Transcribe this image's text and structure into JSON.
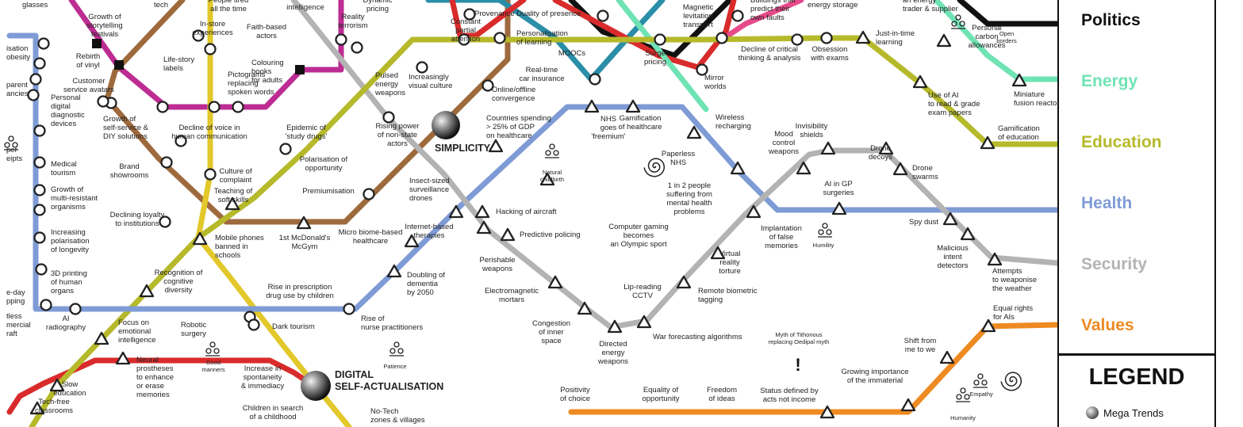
{
  "lines": [
    {
      "name": "Politics",
      "color": "#111111"
    },
    {
      "name": "Energy",
      "color": "#6fe3b4"
    },
    {
      "name": "Education",
      "color": "#b6b92a"
    },
    {
      "name": "Health",
      "color": "#7f9bd6"
    },
    {
      "name": "Security",
      "color": "#b3b3b3"
    },
    {
      "name": "Values",
      "color": "#ee8a22"
    }
  ],
  "legend": {
    "title": "LEGEND",
    "mega_trends": "Mega Trends"
  },
  "hubs": [
    "SIMPLICITY",
    "DIGITAL\nSELF-ACTUALISATION"
  ],
  "labels": [
    "glasses",
    "tech",
    "People tired\nall the time",
    "intelligence",
    "Dynamic\npricing",
    "Provenance",
    "Duality of presence",
    "Magnetic\nlevitation\ntransport",
    "Buildings that\npredict their\nown faults",
    "energy storage",
    "an energy\ntrader & supplier",
    "Growth of\nstorytelling\nfestivals",
    "In-store\nexperiences",
    "Faith-based\nactors",
    "Reality\nterrorism",
    "Constant\npartial\nattention",
    "Personalisation\nof learning",
    "MOOCs",
    "Surge\npricing",
    "Decline of critical\nthinking & analysis",
    "Obsession\nwith exams",
    "Just-in-time\nlearning",
    "Personal\ncarbon\nallowances",
    "Open\nborders",
    "isation\nobesity",
    "Rebirth\nof vinyl",
    "Life-story\nlabels",
    "Colouring\nbooks\nfor adults",
    "Pulsed\nenergy\nweapons",
    "Increasingly\nvisual culture",
    "Real-time\ncar insurance",
    "Mirror\nworlds",
    "Use of AI\nto read & grade\nexam papers",
    "Miniature\nfusion reactors",
    "parent\nancies",
    "Customer\nservice avatars",
    "Pictograms\nreplacing\nspoken words",
    "Online/offline\nconvergence",
    "Personal\ndigital\ndiagnostic\ndevices",
    "Growth of\nself-service &\nDIY solutions",
    "Decline of voice in\nhuman communication",
    "Epidemic of\n'study drugs'",
    "Rising power\nof non-state\nactors",
    "Countries spending\n> 25% of GDP\non healthcare",
    "NHS\ngoes\n'freemium'",
    "Gamification\nof healthcare",
    "Wireless\nrecharging",
    "Invisibility\nshields",
    "Drone\ndecoys",
    "Gamification\nof education",
    "per\neipts",
    "Medical\ntourism",
    "Brand\nshowrooms",
    "Polarisation of\nopportunity",
    "Culture of\ncomplaint",
    "Natural\nchildbirth",
    "Paperless\nNHS",
    "Mood\ncontrol\nweapons",
    "Drone\nswarms",
    "Growth of\nmulti-resistant\norganisms",
    "Teaching of\nsoft skills",
    "Premiumisation",
    "Insect-sized\nsurveillance\ndrones",
    "1 in 2 people\nsuffering from\nmental health\nproblems",
    "AI in GP\nsurgeries",
    "Declining loyalty\nto institutions",
    "Hacking of aircraft",
    "Spy dust",
    "Increasing\npolarisation\nof longevity",
    "Mobile phones\nbanned in\nschools",
    "1st McDonald's\nMcGym",
    "Micro biome-based\nhealthcare",
    "Internet-based\ntherapies",
    "Predictive policing",
    "Computer gaming\nbecomes\nan Olympic sport",
    "Implantation\nof false\nmemories",
    "Humility",
    "Malicious\nintent\ndetectors",
    "3D printing\nof human\norgans",
    "Recognition of\ncognitive\ndiversity",
    "Perishable\nweapons",
    "Doubling of\ndementia\nby 2050",
    "Virtual\nreality\ntorture",
    "Attempts\nto weaponise\nthe weather",
    "e-day\npping",
    "Rise in prescription\ndrug use by children",
    "Electromagnetic\nmortars",
    "Lip-reading\nCCTV",
    "Remote biometric\ntagging",
    "tless\nmercial\nraft",
    "AI\nradiography",
    "Focus on\nemotional\nintelligence",
    "Robotic\nsurgery",
    "Dark tourism",
    "Rise of\nnurse practitioners",
    "Congestion\nof inner\nspace",
    "War forecasting algorithms",
    "Equal rights\nfor AIs",
    "Neural\nprostheses\nto enhance\nor erase\nmemories",
    "Good\nmanners",
    "Increase in\nspontaneity\n& immediacy",
    "Patience",
    "Directed\nenergy\nweapons",
    "Myth of Tithonous\nreplacing Oedipal myth",
    "Shift from\nme to we",
    "Slow\neducation",
    "Growing importance\nof the immaterial",
    "Positivity\nof choice",
    "Equality of\nopportunity",
    "Freedom\nof ideas",
    "Status defined by\nacts not income",
    "Empathy",
    "Tech-free\nclassrooms",
    "Children in search\nof a childhood",
    "No-Tech\nzones & villages",
    "Humanity"
  ]
}
